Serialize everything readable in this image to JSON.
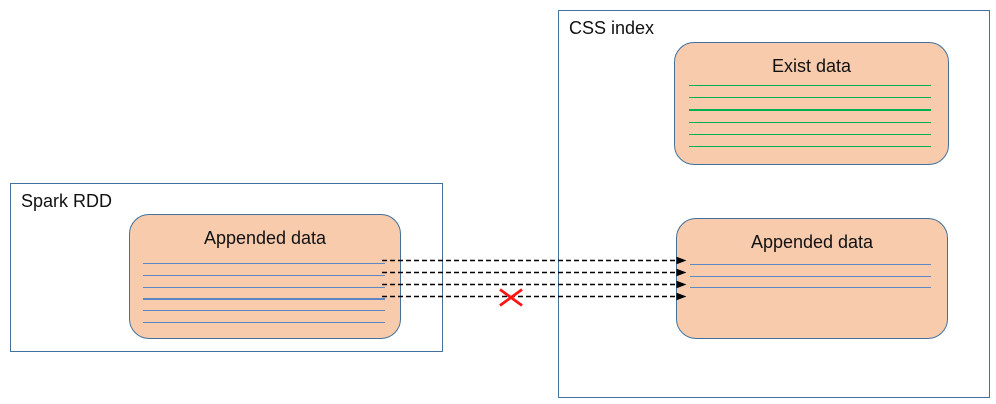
{
  "diagram": {
    "containers": {
      "spark": {
        "label": "Spark RDD",
        "box": {
          "title": "Appended data",
          "row_count": 6,
          "row_color_key": "blue_row"
        }
      },
      "css": {
        "label": "CSS index",
        "exist_box": {
          "title": "Exist data",
          "row_count": 6,
          "row_color_key": "green_row"
        },
        "appended_box": {
          "title": "Appended data",
          "row_count": 3,
          "row_color_key": "blue_row"
        }
      }
    },
    "transfer": {
      "arrow_count": 4,
      "arrow_style": "dashed",
      "direction": "left-to-right",
      "failed_arrow_index": 3,
      "failure_marker": "red-x"
    },
    "colors": {
      "background": "#ffffff",
      "container_border": "#41719c",
      "box_fill": "#f8cbad",
      "box_border": "#41719c",
      "blue_row": "#5b87c5",
      "green_row": "#00b050",
      "arrow": "#000000",
      "failure_x": "#ff1414",
      "text": "#111111"
    }
  }
}
